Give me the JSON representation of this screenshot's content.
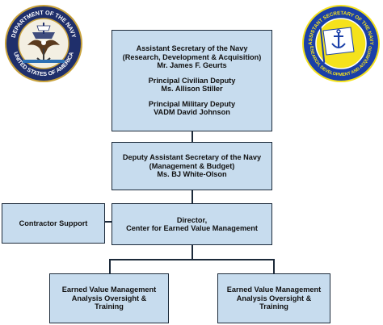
{
  "seals": {
    "left": {
      "ring_text": "DEPARTMENT OF THE NAVY · UNITED STATES OF AMERICA",
      "top_text": "DEPARTMENT OF THE NAVY",
      "bottom_text": "UNITED STATES OF AMERICA",
      "icon": "navy-eagle-seal"
    },
    "right": {
      "ring_text": "ASSISTANT SECRETARY OF THE NAVY · RESEARCH, DEVELOPMENT AND ACQUISITION",
      "top_text": "ASSISTANT SECRETARY OF THE NAVY",
      "bottom_text": "RESEARCH, DEVELOPMENT AND ACQUISITION",
      "icon": "anchor-flag-seal"
    }
  },
  "org": {
    "asn": {
      "title1": "Assistant Secretary of the Navy",
      "title2": "(Research, Development & Acquisition)",
      "name": "Mr. James F. Geurts",
      "civ_title": "Principal Civilian Deputy",
      "civ_name": "Ms. Allison Stiller",
      "mil_title": "Principal Military Deputy",
      "mil_name": "VADM David Johnson"
    },
    "dasn": {
      "title1": "Deputy Assistant Secretary of the Navy",
      "title2": "(Management & Budget)",
      "name": "Ms. BJ White-Olson"
    },
    "director": {
      "title1": "Director,",
      "title2": "Center for Earned Value Management"
    },
    "contractor": {
      "label": "Contractor Support"
    },
    "evm_left": {
      "line1": "Earned Value Management",
      "line2": "Analysis Oversight &",
      "line3": "Training"
    },
    "evm_right": {
      "line1": "Earned Value Management",
      "line2": "Analysis Oversight &",
      "line3": "Training"
    }
  },
  "colors": {
    "box_fill": "#c7dcee",
    "box_border": "#1c2a3a",
    "navy_seal_blue": "#1f2f6b",
    "navy_seal_gold": "#c9a23a",
    "rda_seal_blue": "#1a3fa8",
    "rda_seal_yellow": "#f5e21c"
  }
}
